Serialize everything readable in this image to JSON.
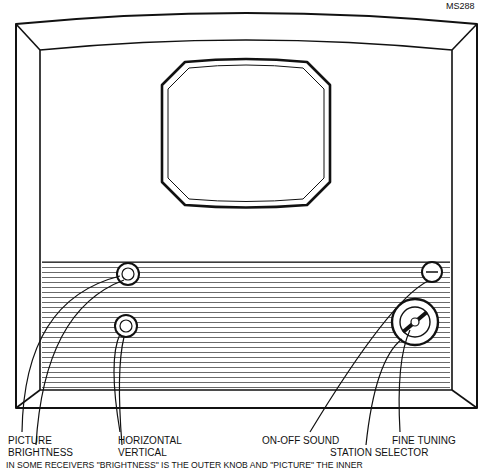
{
  "diagram": {
    "labels": [
      "MS288",
      "PICTURE",
      "BRIGHTNESS",
      "HORIZONTAL",
      "VERTICAL",
      "ON-OFF SOUND",
      "FINE TUNING",
      "STATION SELECTOR",
      "IN SOME RECEIVERS \"BRIGHTNESS\" IS THE OUTER KNOB AND \"PICTURE\" THE INNER"
    ]
  }
}
